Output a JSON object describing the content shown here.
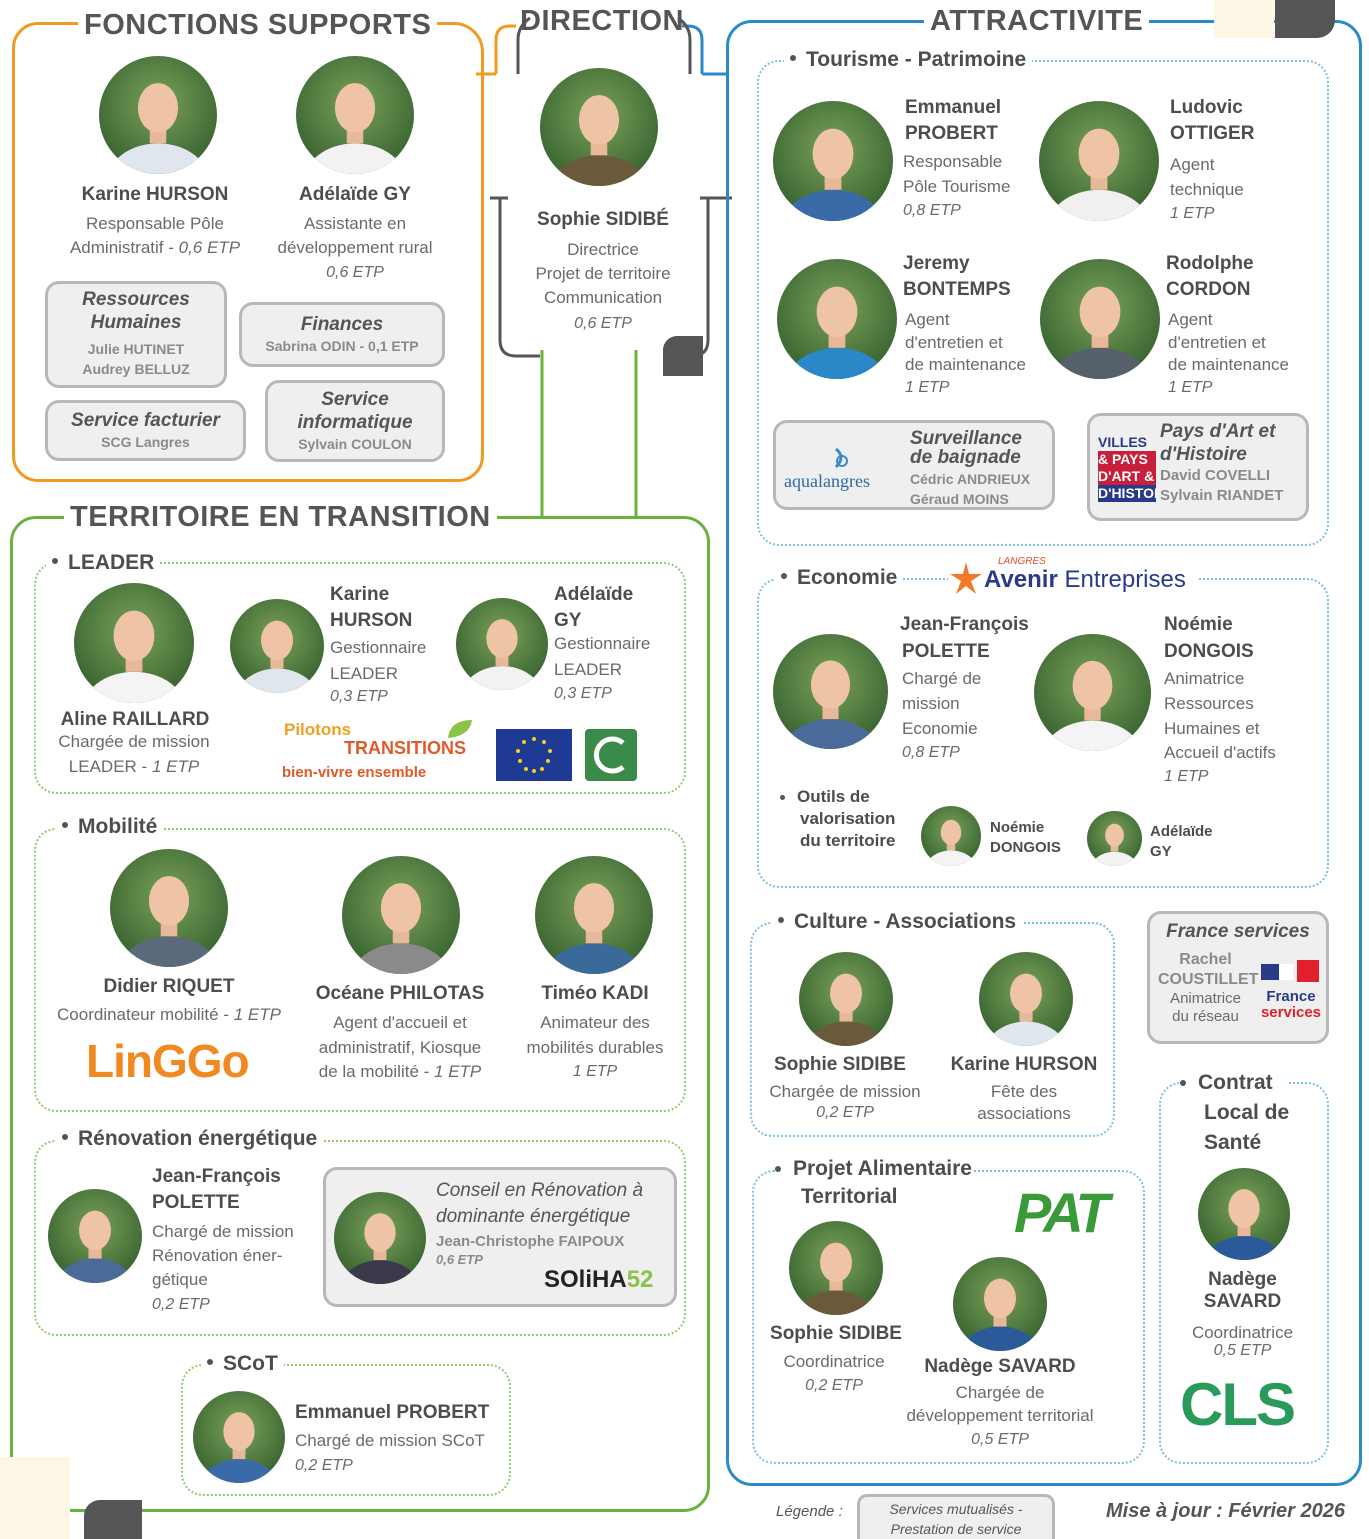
{
  "sections": {
    "fonctions": "FONCTIONS SUPPORTS",
    "direction": "DIRECTION",
    "attractivite": "ATTRACTIVITE",
    "territoire": "TERRITOIRE EN TRANSITION"
  },
  "fonctions": {
    "p1": {
      "name": "Karine HURSON",
      "role1": "Responsable Pôle",
      "role2": "Administratif - ",
      "etp": "0,6 ETP"
    },
    "p2": {
      "name": "Adélaïde GY",
      "role1": "Assistante en",
      "role2": "développement rural",
      "etp": "0,6 ETP"
    },
    "rh": {
      "title1": "Ressources",
      "title2": "Humaines",
      "p1": "Julie HUTINET",
      "p2": "Audrey BELLUZ"
    },
    "finances": {
      "title": "Finances",
      "person": "Sabrina ODIN - 0,1 ETP"
    },
    "facturier": {
      "title": "Service facturier",
      "person": "SCG Langres"
    },
    "informatique": {
      "title1": "Service",
      "title2": "informatique",
      "person": "Sylvain COULON"
    }
  },
  "direction": {
    "name": "Sophie SIDIBÉ",
    "role1": "Directrice",
    "role2": "Projet de territoire",
    "role3": "Communication",
    "etp": "0,6 ETP"
  },
  "tourisme": {
    "title": "Tourisme - Patrimoine",
    "p1": {
      "first": "Emmanuel",
      "last": "PROBERT",
      "role1": "Responsable",
      "role2": "Pôle Tourisme",
      "etp": "0,8 ETP"
    },
    "p2": {
      "first": "Ludovic",
      "last": "OTTIGER",
      "role1": "Agent",
      "role2": "technique",
      "etp": "1 ETP"
    },
    "p3": {
      "first": "Jeremy",
      "last": "BONTEMPS",
      "role1": "Agent",
      "role2": "d'entretien et",
      "role3": "de maintenance",
      "etp": "1 ETP"
    },
    "p4": {
      "first": "Rodolphe",
      "last": "CORDON",
      "role1": "Agent",
      "role2": "d'entretien et",
      "role3": "de maintenance",
      "etp": "1 ETP"
    },
    "baignade": {
      "title1": "Surveillance",
      "title2": "de baignade",
      "p1": "Cédric ANDRIEUX",
      "p2": "Géraud MOINS",
      "logo": "aqualangres"
    },
    "pah": {
      "title1": "Pays d'Art et",
      "title2": "d'Histoire",
      "p1": "David COVELLI",
      "p2": "Sylvain RIANDET",
      "logo1": "VILLES",
      "logo2": "& PAYS",
      "logo3": "D'ART &",
      "logo4": "D'HISTOIRE"
    }
  },
  "economie": {
    "title": "Economie",
    "logo_small": "LANGRES",
    "logo_a": "Avenir",
    "logo_b": " Entreprises",
    "p1": {
      "first": "Jean-François",
      "last": "POLETTE",
      "role1": "Chargé de",
      "role2": "mission",
      "role3": "Economie",
      "etp": "0,8 ETP"
    },
    "p2": {
      "first": "Noémie",
      "last": "DONGOIS",
      "role1": "Animatrice",
      "role2": "Ressources",
      "role3": "Humaines et",
      "role4": "Accueil d'actifs",
      "etp": "1 ETP"
    },
    "outils1": "Outils de",
    "outils2": "valorisation",
    "outils3": "du territoire",
    "o1a": "Noémie",
    "o1b": "DONGOIS",
    "o2a": "Adélaïde",
    "o2b": "GY"
  },
  "culture": {
    "title": "Culture - Associations",
    "p1": {
      "name": "Sophie SIDIBE",
      "role1": "Chargée de mission",
      "etp": "0,2 ETP"
    },
    "p2": {
      "name": "Karine HURSON",
      "role1": "Fête des",
      "role2": "associations"
    }
  },
  "france_services": {
    "title": "France services",
    "p1": "Rachel",
    "p2": "COUSTILLET",
    "role1": "Animatrice",
    "role2": "du réseau",
    "logo1": "France",
    "logo2": "services"
  },
  "pat": {
    "title1": "Projet Alimentaire",
    "title2": "Territorial",
    "logo": "PAT",
    "p1": {
      "name": "Sophie SIDIBE",
      "role1": "Coordinatrice",
      "etp": "0,2 ETP"
    },
    "p2": {
      "name": "Nadège SAVARD",
      "role1": "Chargée de",
      "role2": "développement territorial",
      "etp": "0,5 ETP"
    }
  },
  "cls": {
    "title1": "Contrat",
    "title2": "Local de",
    "title3": "Santé",
    "first": "Nadège",
    "last": "SAVARD",
    "role1": "Coordinatrice",
    "etp": "0,5 ETP",
    "logo": "CLS"
  },
  "leader": {
    "title": "LEADER",
    "p1": {
      "name": "Aline RAILLARD",
      "role1": "Chargée de mission",
      "role2": "LEADER - ",
      "etp": "1 ETP"
    },
    "p2": {
      "first": "Karine",
      "last": "HURSON",
      "role1": "Gestionnaire",
      "role2": "LEADER",
      "etp": "0,3 ETP"
    },
    "p3": {
      "first": "Adélaïde",
      "last": "GY",
      "role1": "Gestionnaire",
      "role2": "LEADER",
      "etp": "0,3 ETP"
    },
    "logo1": "Pilotons",
    "logo2": "TRANSITIONS",
    "logo3": "bien-vivre ensemble"
  },
  "mobilite": {
    "title": "Mobilité",
    "p1": {
      "name": "Didier RIQUET",
      "role1": "Coordinateur mobilité - ",
      "etp": "1 ETP"
    },
    "p2": {
      "name": "Océane PHILOTAS",
      "role1": "Agent d'accueil et",
      "role2": "administratif, Kiosque",
      "role3": "de la mobilité - ",
      "etp": "1 ETP"
    },
    "p3": {
      "name": "Timéo KADI",
      "role1": "Animateur des",
      "role2": "mobilités durables",
      "etp": "1 ETP"
    },
    "logo": "LinGGo"
  },
  "renovation": {
    "title": "Rénovation énergétique",
    "p1": {
      "first": "Jean-François",
      "last": "POLETTE",
      "role1": "Chargé de mission",
      "role2": "Rénovation éner-",
      "role3": "gétique",
      "etp": "0,2 ETP"
    },
    "box": {
      "title1": "Conseil en Rénovation à",
      "title2": "dominante énergétique",
      "person": "Jean-Christophe FAIPOUX",
      "etp": "0,6 ETP",
      "logo": "SOliHA",
      "logo_num": "52"
    }
  },
  "scot": {
    "title": "SCoT",
    "name": "Emmanuel PROBERT",
    "role1": "Chargé de mission SCoT",
    "etp": "0,2 ETP"
  },
  "footer": {
    "legend": "Légende :",
    "legend_box1": "Services mutualisés -",
    "legend_box2": "Prestation de service",
    "update": "Mise à jour : Février 2026"
  },
  "colors": {
    "orange": "#f09a1f",
    "green": "#6ab23e",
    "blue": "#2a8bc8",
    "grey_box": "#efefef"
  }
}
